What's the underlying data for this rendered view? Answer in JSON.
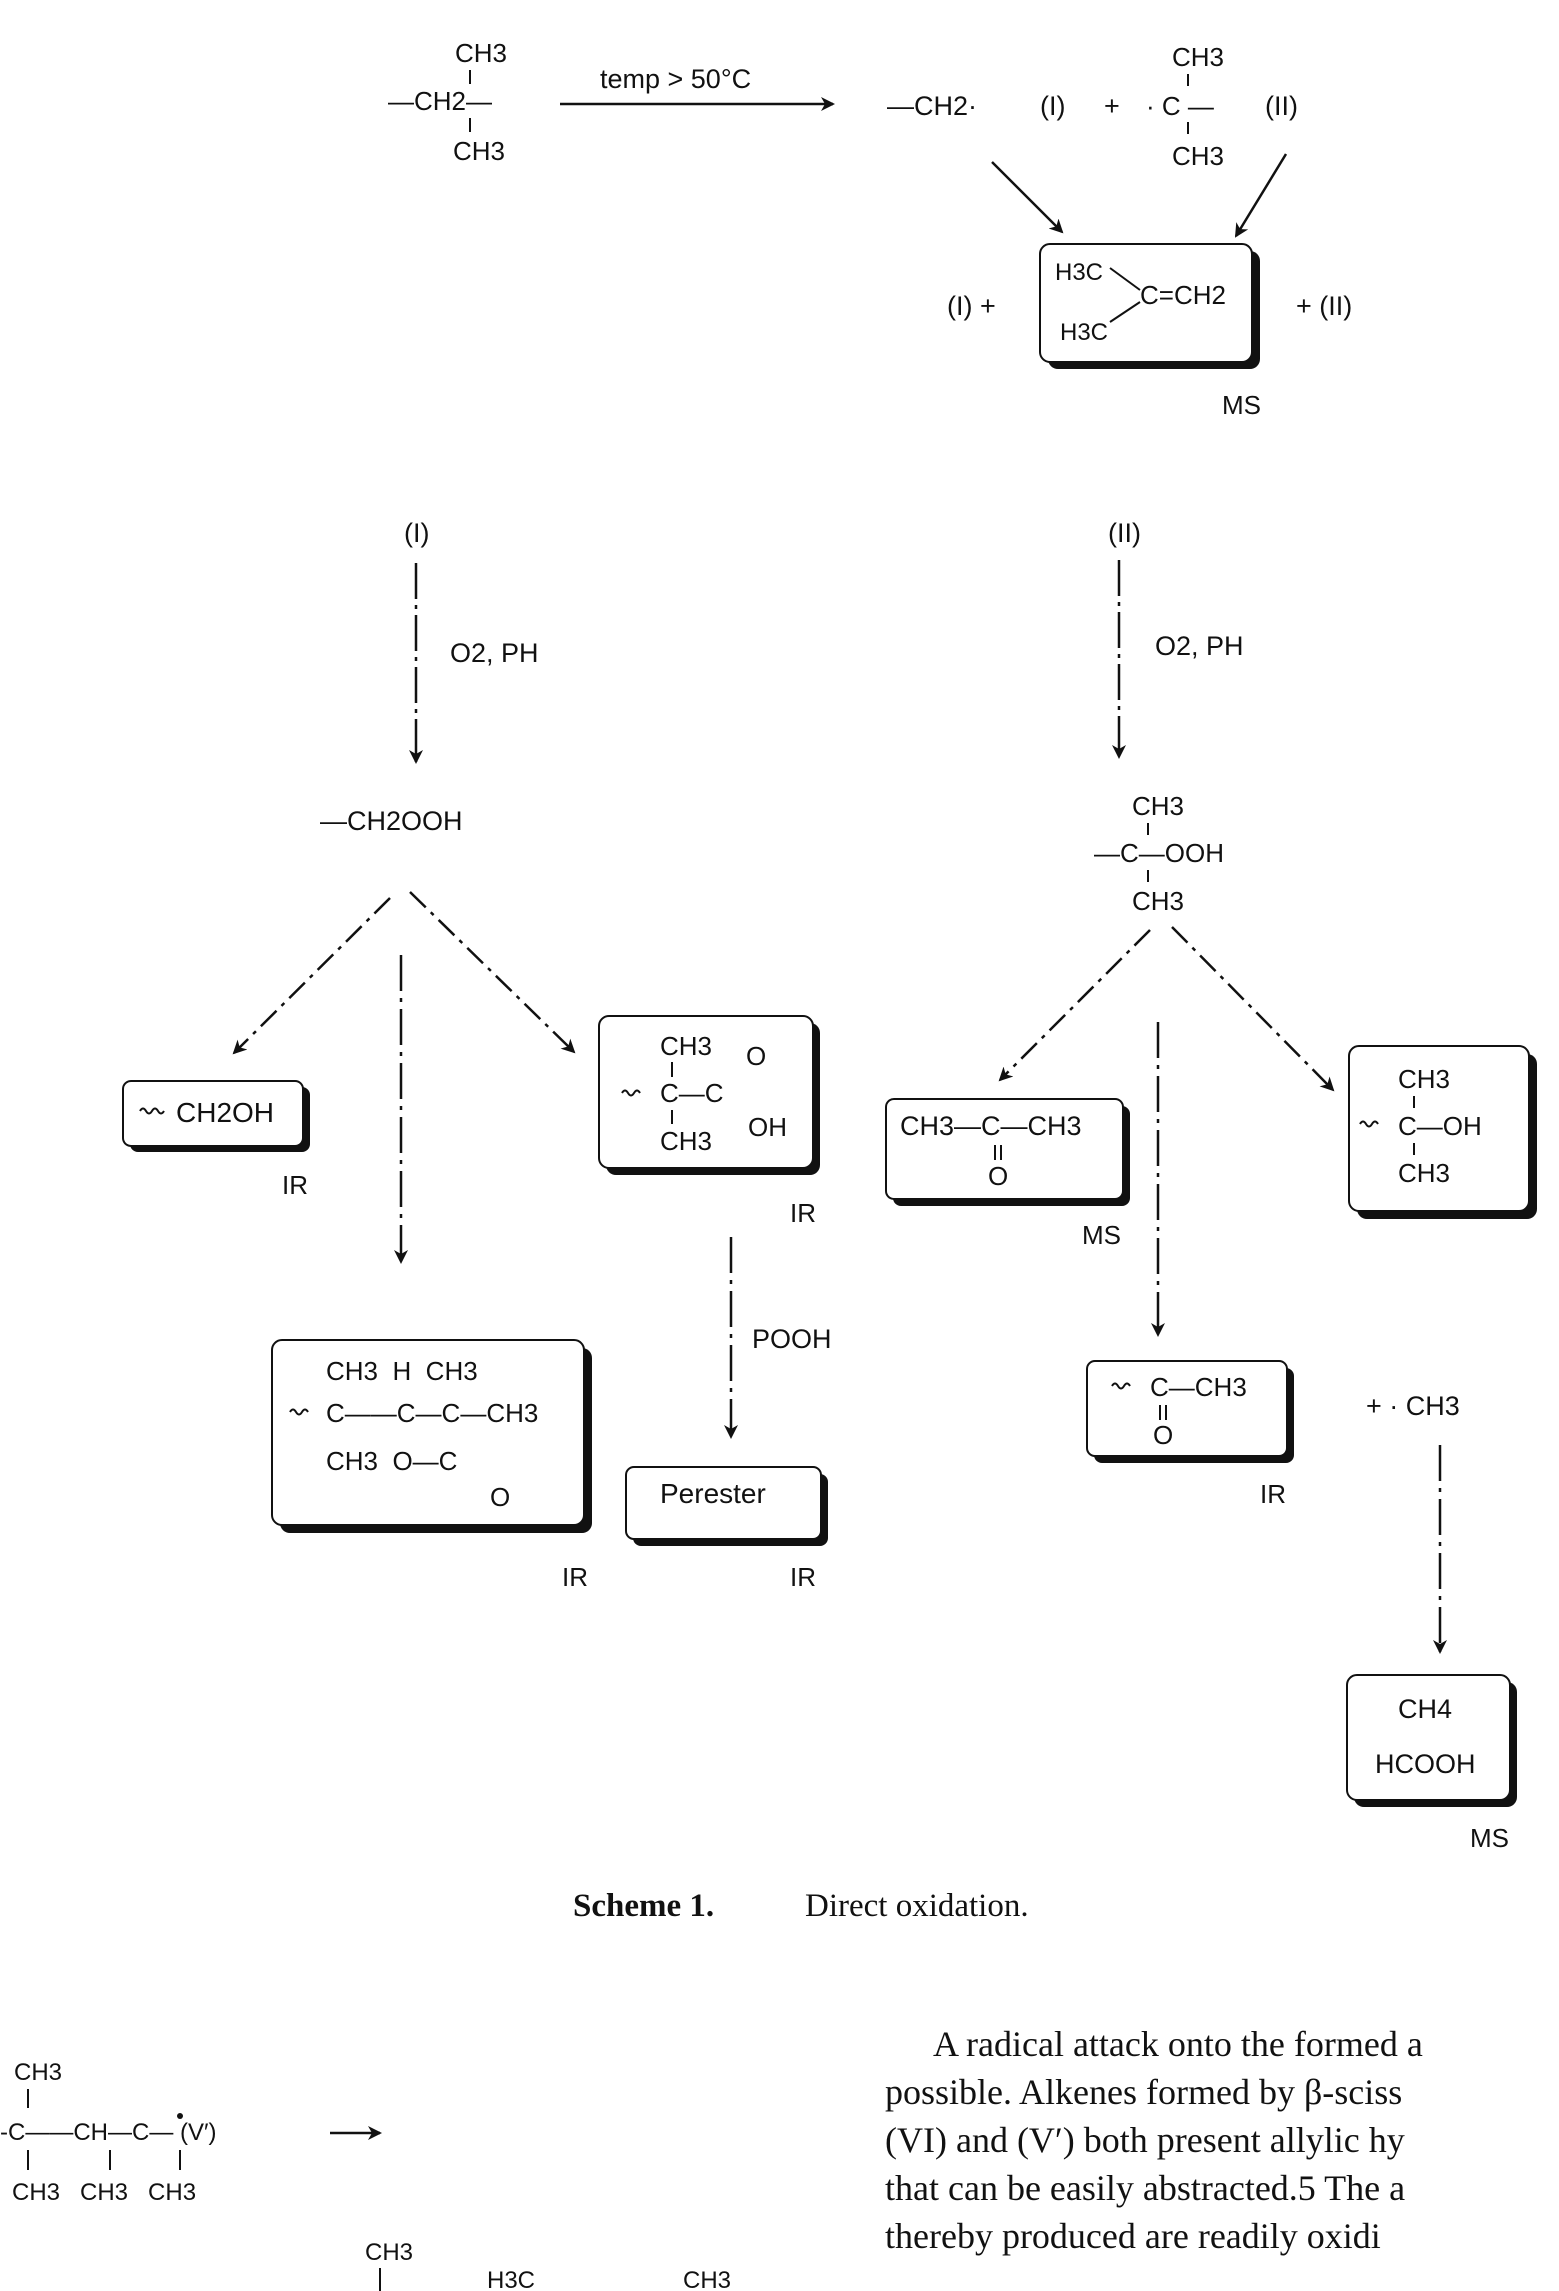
{
  "caption": {
    "label": "Scheme 1.",
    "text": "Direct oxidation."
  },
  "reaction1": {
    "reactant": {
      "top": "CH3",
      "mid": "—CH2—",
      "bottom": "CH3"
    },
    "condition": "temp > 50°C",
    "radical1": "—CH2·",
    "radical1_tag": "(I)",
    "plus": "+",
    "radical2": {
      "top": "CH3",
      "mid": "· C —",
      "bottom": "CH3"
    },
    "radical2_tag": "(II)"
  },
  "isobutylene_box": {
    "left_tag": "(I) +",
    "right_tag": "+ (II)",
    "line1": "H3C",
    "line2": "C=CH2",
    "line3": "H3C",
    "detect": "MS"
  },
  "branch_I": {
    "start": "(I)",
    "condition": "O2, PH",
    "product": "—CH2OOH",
    "alcohol": {
      "text": "CH2OH",
      "detect": "IR"
    },
    "acid": {
      "top": "CH3",
      "carbonyl_o": "O",
      "mid": "C—C",
      "oh": "OH",
      "bottom": "CH3",
      "detect": "IR"
    },
    "lactone": {
      "row1": "CH3  H  CH3",
      "row2": "C——C—C—CH3",
      "row3": "CH3  O—C",
      "carbonyl_o": "O",
      "detect": "IR"
    },
    "perester": {
      "condition": "POOH",
      "text": "Perester",
      "detect": "IR"
    }
  },
  "branch_II": {
    "start": "(II)",
    "condition": "O2, PH",
    "product": {
      "top": "CH3",
      "mid": "—C—OOH",
      "bottom": "CH3"
    },
    "acetone": {
      "text": "CH3—C—CH3",
      "o": "O",
      "detect": "MS"
    },
    "tert_alcohol": {
      "top": "CH3",
      "mid": "C—OH",
      "bottom": "CH3"
    },
    "ketone": {
      "text": "C—CH3",
      "o": "O",
      "detect": "IR"
    },
    "methyl": "+ · CH3",
    "final": {
      "line1": "CH4",
      "line2": "HCOOH",
      "detect": "MS"
    }
  },
  "bottom_scheme": {
    "row1": "CH3",
    "row2": "-C——CH—C— (V′)",
    "row3": "CH3   CH3   CH3",
    "row4_a": "CH3",
    "row4_b": "H3C",
    "row4_c": "CH3"
  },
  "body_text": [
    "A radical attack onto the formed a",
    "possible. Alkenes formed by β-sciss",
    "(VI) and (V′) both present allylic hy",
    "that can be easily abstracted.5 The a",
    "thereby produced are readily oxidi"
  ]
}
